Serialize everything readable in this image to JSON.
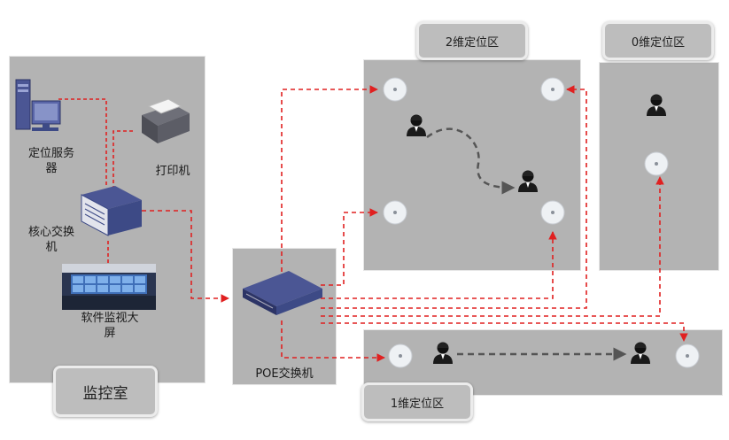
{
  "labels": {
    "server": "定位服务\n器",
    "printer": "打印机",
    "core_switch": "核心交换\n机",
    "screen": "软件监视大\n屏",
    "monitor_room": "监控室",
    "poe_switch": "POE交换机",
    "zone2": "2维定位区",
    "zone0": "0维定位区",
    "zone1": "1维定位区"
  },
  "colors": {
    "zone_fill": "#b3b3b3",
    "link": "#e02020",
    "path": "#555555",
    "device": "#3d4a86"
  }
}
